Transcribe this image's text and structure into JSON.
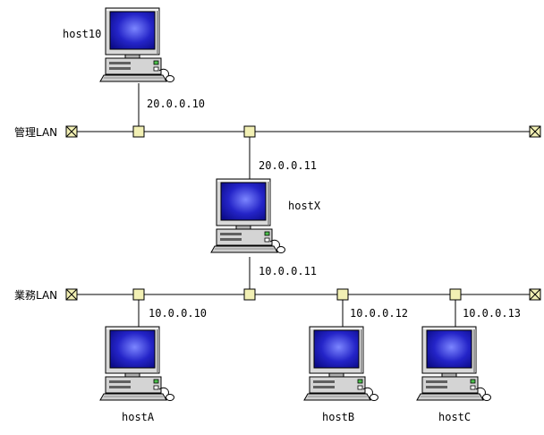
{
  "lans": {
    "management": {
      "label": "管理LAN"
    },
    "business": {
      "label": "業務LAN"
    }
  },
  "hosts": {
    "host10": {
      "name": "host10",
      "mgmt_ip": "20.0.0.10"
    },
    "hostX": {
      "name": "hostX",
      "mgmt_ip": "20.0.0.11",
      "biz_ip": "10.0.0.11"
    },
    "hostA": {
      "name": "hostA",
      "biz_ip": "10.0.0.10"
    },
    "hostB": {
      "name": "hostB",
      "biz_ip": "10.0.0.12"
    },
    "hostC": {
      "name": "hostC",
      "biz_ip": "10.0.0.13"
    }
  },
  "colors": {
    "screen": "#1a1ab8",
    "screen_glow": "#6f7dff",
    "case": "#d4d4d4",
    "case_shadow": "#8c8c8c",
    "node": "#f2f0b4",
    "line": "#000000"
  }
}
